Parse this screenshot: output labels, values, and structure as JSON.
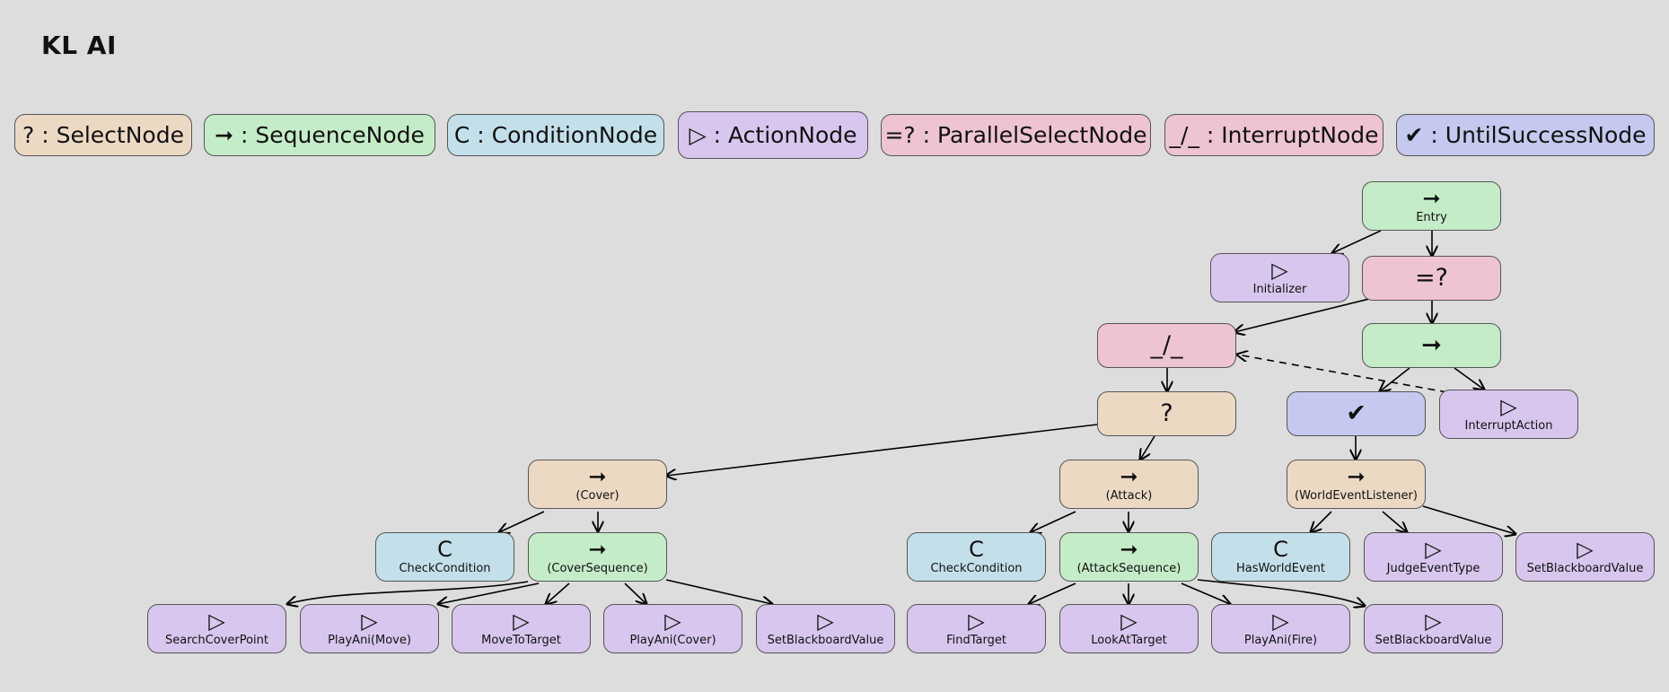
{
  "title": "KL AI",
  "legend": [
    {
      "id": "select",
      "symbol": "?",
      "text": ": SelectNode",
      "color": "#ecd9c4"
    },
    {
      "id": "sequence",
      "symbol": "➞",
      "text": ": SequenceNode",
      "color": "#c5ecc8"
    },
    {
      "id": "condition",
      "symbol": "C",
      "text": ": ConditionNode",
      "color": "#c3e0ea"
    },
    {
      "id": "action",
      "symbol": "▷",
      "text": ": ActionNode",
      "color": "#d8c6ee"
    },
    {
      "id": "parallel",
      "symbol": "=?",
      "text": ": ParallelSelectNode",
      "color": "#eec4d2"
    },
    {
      "id": "interrupt",
      "symbol": "_/_",
      "text": ": InterruptNode",
      "color": "#eec4d2"
    },
    {
      "id": "until",
      "symbol": "✔",
      "text": ": UntilSuccessNode",
      "color": "#c5c9ef"
    }
  ],
  "nodes": [
    {
      "id": "entry",
      "type": "sequence",
      "symbol": "➞",
      "label": "Entry"
    },
    {
      "id": "initializer",
      "type": "action",
      "symbol": "▷",
      "label": "Initializer"
    },
    {
      "id": "parallel",
      "type": "parallel",
      "symbol": "=?",
      "label": ""
    },
    {
      "id": "interrupt",
      "type": "interrupt",
      "symbol": "_/_",
      "label": ""
    },
    {
      "id": "seq-right",
      "type": "sequence",
      "symbol": "➞",
      "label": ""
    },
    {
      "id": "select-main",
      "type": "select",
      "symbol": "?",
      "label": ""
    },
    {
      "id": "until",
      "type": "until",
      "symbol": "✔",
      "label": ""
    },
    {
      "id": "interrupt-action",
      "type": "action",
      "symbol": "▷",
      "label": "InterruptAction"
    },
    {
      "id": "cover",
      "type": "select",
      "symbol": "➞",
      "label": "(Cover)"
    },
    {
      "id": "attack",
      "type": "select",
      "symbol": "➞",
      "label": "(Attack)"
    },
    {
      "id": "world-listener",
      "type": "select",
      "symbol": "➞",
      "label": "(WorldEventListener)"
    },
    {
      "id": "check-cover",
      "type": "condition",
      "symbol": "C",
      "label": "CheckCondition"
    },
    {
      "id": "cover-seq",
      "type": "sequence",
      "symbol": "➞",
      "label": "(CoverSequence)"
    },
    {
      "id": "check-attack",
      "type": "condition",
      "symbol": "C",
      "label": "CheckCondition"
    },
    {
      "id": "attack-seq",
      "type": "sequence",
      "symbol": "➞",
      "label": "(AttackSequence)"
    },
    {
      "id": "has-world-event",
      "type": "condition",
      "symbol": "C",
      "label": "HasWorldEvent"
    },
    {
      "id": "judge-event",
      "type": "action",
      "symbol": "▷",
      "label": "JudgeEventType"
    },
    {
      "id": "set-bb-1",
      "type": "action",
      "symbol": "▷",
      "label": "SetBlackboardValue"
    },
    {
      "id": "search-cover",
      "type": "action",
      "symbol": "▷",
      "label": "SearchCoverPoint"
    },
    {
      "id": "play-move",
      "type": "action",
      "symbol": "▷",
      "label": "PlayAni(Move)"
    },
    {
      "id": "move-target",
      "type": "action",
      "symbol": "▷",
      "label": "MoveToTarget"
    },
    {
      "id": "play-cover",
      "type": "action",
      "symbol": "▷",
      "label": "PlayAni(Cover)"
    },
    {
      "id": "set-bb-2",
      "type": "action",
      "symbol": "▷",
      "label": "SetBlackboardValue"
    },
    {
      "id": "find-target",
      "type": "action",
      "symbol": "▷",
      "label": "FindTarget"
    },
    {
      "id": "look-target",
      "type": "action",
      "symbol": "▷",
      "label": "LookAtTarget"
    },
    {
      "id": "play-fire",
      "type": "action",
      "symbol": "▷",
      "label": "PlayAni(Fire)"
    },
    {
      "id": "set-bb-3",
      "type": "action",
      "symbol": "▷",
      "label": "SetBlackboardValue"
    }
  ],
  "edges": [
    {
      "from": "entry",
      "to": "initializer"
    },
    {
      "from": "entry",
      "to": "parallel"
    },
    {
      "from": "parallel",
      "to": "interrupt"
    },
    {
      "from": "parallel",
      "to": "seq-right"
    },
    {
      "from": "interrupt",
      "to": "select-main"
    },
    {
      "from": "seq-right",
      "to": "until"
    },
    {
      "from": "seq-right",
      "to": "interrupt-action"
    },
    {
      "from": "interrupt-action",
      "to": "interrupt",
      "dashed": true
    },
    {
      "from": "select-main",
      "to": "cover"
    },
    {
      "from": "select-main",
      "to": "attack"
    },
    {
      "from": "until",
      "to": "world-listener"
    },
    {
      "from": "cover",
      "to": "check-cover"
    },
    {
      "from": "cover",
      "to": "cover-seq"
    },
    {
      "from": "attack",
      "to": "check-attack"
    },
    {
      "from": "attack",
      "to": "attack-seq"
    },
    {
      "from": "world-listener",
      "to": "has-world-event"
    },
    {
      "from": "world-listener",
      "to": "judge-event"
    },
    {
      "from": "world-listener",
      "to": "set-bb-1"
    },
    {
      "from": "cover-seq",
      "to": "search-cover"
    },
    {
      "from": "cover-seq",
      "to": "play-move"
    },
    {
      "from": "cover-seq",
      "to": "move-target"
    },
    {
      "from": "cover-seq",
      "to": "play-cover"
    },
    {
      "from": "cover-seq",
      "to": "set-bb-2"
    },
    {
      "from": "attack-seq",
      "to": "find-target"
    },
    {
      "from": "attack-seq",
      "to": "look-target"
    },
    {
      "from": "attack-seq",
      "to": "play-fire"
    },
    {
      "from": "attack-seq",
      "to": "set-bb-3"
    }
  ]
}
